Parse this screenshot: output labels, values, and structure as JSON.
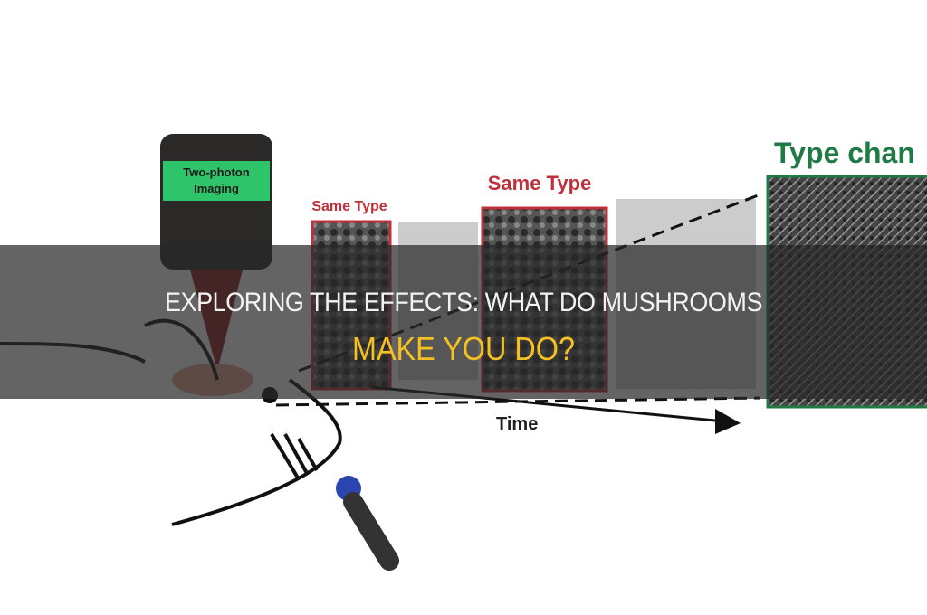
{
  "illustration": {
    "objective_label_line1": "Two-photon",
    "objective_label_line2": "Imaging",
    "frame1_label": "Same Type",
    "frame2_label": "Same Type",
    "frame3_label": "Type chan",
    "axis_label": "Time",
    "colors": {
      "same_type": "#c0303a",
      "type_change": "#1f7a45",
      "objective_label_bg": "#2ec46a",
      "laser": "#8b1a1a"
    }
  },
  "title": {
    "line1": "EXPLORING THE EFFECTS: WHAT DO MUSHROOMS",
    "line2": "MAKE YOU DO?",
    "line2_color": "#f5c022"
  }
}
